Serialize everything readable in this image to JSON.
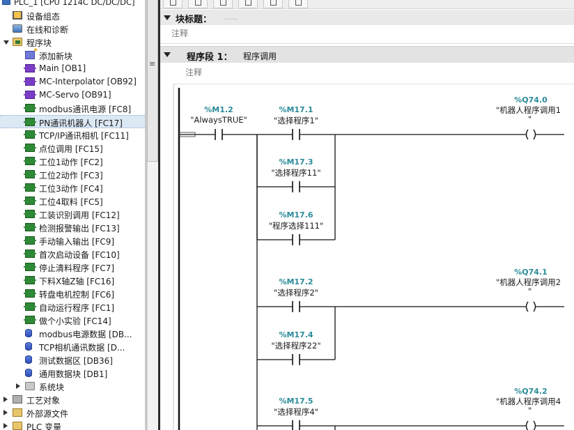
{
  "tree": {
    "title": "PLC_1 [CPU 1214C DC/DC/DC]",
    "items": [
      {
        "label": "设备组态",
        "icon": "device-config-icon",
        "cls": "ic-device",
        "level": 1,
        "exp": "",
        "name": "tree-item-device-config"
      },
      {
        "label": "在线和诊断",
        "icon": "online-diagnostics-icon",
        "cls": "ic-online",
        "level": 1,
        "exp": "",
        "name": "tree-item-online-diagnostics"
      },
      {
        "label": "程序块",
        "icon": "program-blocks-folder-icon",
        "cls": "ic-folder pb",
        "level": 1,
        "exp": "open",
        "name": "tree-item-program-blocks"
      },
      {
        "label": "添加新块",
        "icon": "add-new-block-icon",
        "cls": "ic-addnew",
        "level": 2,
        "exp": "",
        "name": "tree-item-add-new-block"
      },
      {
        "label": "Main [OB1]",
        "icon": "ob-block-icon",
        "cls": "ic-ob",
        "level": 2,
        "exp": "",
        "name": "tree-item-main-ob1"
      },
      {
        "label": "MC-Interpolator [OB92]",
        "icon": "ob-block-icon",
        "cls": "ic-ob",
        "level": 2,
        "exp": "",
        "name": "tree-item-mc-interpolator"
      },
      {
        "label": "MC-Servo [OB91]",
        "icon": "ob-block-icon",
        "cls": "ic-ob",
        "level": 2,
        "exp": "",
        "name": "tree-item-mc-servo"
      },
      {
        "label": "modbus通讯电源 [FC8]",
        "icon": "fc-block-icon",
        "cls": "ic-fc",
        "level": 2,
        "exp": "",
        "name": "tree-item-fc8"
      },
      {
        "label": "PN通讯机器人 [FC17]",
        "icon": "fc-block-icon",
        "cls": "ic-fc",
        "level": 2,
        "exp": "",
        "name": "tree-item-fc17",
        "selected": true
      },
      {
        "label": "TCP/IP通讯相机 [FC11]",
        "icon": "fc-block-icon",
        "cls": "ic-fc",
        "level": 2,
        "exp": "",
        "name": "tree-item-fc11"
      },
      {
        "label": "点位调用 [FC15]",
        "icon": "fc-block-icon",
        "cls": "ic-fc",
        "level": 2,
        "exp": "",
        "name": "tree-item-fc15"
      },
      {
        "label": "工位1动作 [FC2]",
        "icon": "fc-block-icon",
        "cls": "ic-fc",
        "level": 2,
        "exp": "",
        "name": "tree-item-fc2"
      },
      {
        "label": "工位2动作 [FC3]",
        "icon": "fc-block-icon",
        "cls": "ic-fc",
        "level": 2,
        "exp": "",
        "name": "tree-item-fc3"
      },
      {
        "label": "工位3动作 [FC4]",
        "icon": "fc-block-icon",
        "cls": "ic-fc",
        "level": 2,
        "exp": "",
        "name": "tree-item-fc4"
      },
      {
        "label": "工位4取料 [FC5]",
        "icon": "fc-block-icon",
        "cls": "ic-fc",
        "level": 2,
        "exp": "",
        "name": "tree-item-fc5"
      },
      {
        "label": "工装识别调用 [FC12]",
        "icon": "fc-block-icon",
        "cls": "ic-fc",
        "level": 2,
        "exp": "",
        "name": "tree-item-fc12"
      },
      {
        "label": "检测报警输出 [FC13]",
        "icon": "fc-block-icon",
        "cls": "ic-fc",
        "level": 2,
        "exp": "",
        "name": "tree-item-fc13"
      },
      {
        "label": "手动输入输出 [FC9]",
        "icon": "fc-block-icon",
        "cls": "ic-fc",
        "level": 2,
        "exp": "",
        "name": "tree-item-fc9"
      },
      {
        "label": "首次启动设备 [FC10]",
        "icon": "fc-block-icon",
        "cls": "ic-fc",
        "level": 2,
        "exp": "",
        "name": "tree-item-fc10"
      },
      {
        "label": "停止清料程序 [FC7]",
        "icon": "fc-block-icon",
        "cls": "ic-fc",
        "level": 2,
        "exp": "",
        "name": "tree-item-fc7"
      },
      {
        "label": "下料X轴Z轴 [FC16]",
        "icon": "fc-block-icon",
        "cls": "ic-fc",
        "level": 2,
        "exp": "",
        "name": "tree-item-fc16"
      },
      {
        "label": "转盘电机控制 [FC6]",
        "icon": "fc-block-icon",
        "cls": "ic-fc",
        "level": 2,
        "exp": "",
        "name": "tree-item-fc6"
      },
      {
        "label": "自动运行程序 [FC1]",
        "icon": "fc-block-icon",
        "cls": "ic-fc",
        "level": 2,
        "exp": "",
        "name": "tree-item-fc1"
      },
      {
        "label": "做个小实验 [FC14]",
        "icon": "fc-block-icon",
        "cls": "ic-fc",
        "level": 2,
        "exp": "",
        "name": "tree-item-fc14"
      },
      {
        "label": "modbus电源数据 [DB...",
        "icon": "db-block-icon",
        "cls": "ic-db",
        "level": 2,
        "exp": "",
        "name": "tree-item-modbus-db"
      },
      {
        "label": "TCP相机通讯数据 [D...",
        "icon": "db-block-icon",
        "cls": "ic-db",
        "level": 2,
        "exp": "",
        "name": "tree-item-tcp-db"
      },
      {
        "label": "测试数据区 [DB36]",
        "icon": "db-block-icon",
        "cls": "ic-db",
        "level": 2,
        "exp": "",
        "name": "tree-item-db36"
      },
      {
        "label": "通用数据块 [DB1]",
        "icon": "db-block-icon",
        "cls": "ic-db",
        "level": 2,
        "exp": "",
        "name": "tree-item-db1"
      },
      {
        "label": "系统块",
        "icon": "system-blocks-folder-icon",
        "cls": "ic-folder gray",
        "level": 2,
        "exp": "closed",
        "name": "tree-item-system-blocks"
      },
      {
        "label": "工艺对象",
        "icon": "technology-objects-folder-icon",
        "cls": "ic-tech",
        "level": 1,
        "exp": "closed",
        "name": "tree-item-technology-objects"
      },
      {
        "label": "外部源文件",
        "icon": "external-sources-folder-icon",
        "cls": "ic-ext",
        "level": 1,
        "exp": "closed",
        "name": "tree-item-external-sources"
      },
      {
        "label": "PLC 变量",
        "icon": "plc-tags-folder-icon",
        "cls": "ic-folder",
        "level": 1,
        "exp": "closed",
        "name": "tree-item-plc-tags"
      }
    ]
  },
  "editor": {
    "block_title_label": "块标题：",
    "block_title_value": "......",
    "block_comment": "注释",
    "network_label": "程序段 1：",
    "network_title": "程序调用",
    "network_comment": "注释"
  },
  "ladder": {
    "contacts": [
      {
        "addr": "%M1.2",
        "tag": "\"AlwaysTRUE\"",
        "name": "contact-m1-2"
      },
      {
        "addr": "%M17.1",
        "tag": "\"选择程序1\"",
        "name": "contact-m17-1"
      },
      {
        "addr": "%M17.3",
        "tag": "\"选择程序11\"",
        "name": "contact-m17-3"
      },
      {
        "addr": "%M17.6",
        "tag": "\"程序选择111\"",
        "name": "contact-m17-6"
      },
      {
        "addr": "%M17.2",
        "tag": "\"选择程序2\"",
        "name": "contact-m17-2"
      },
      {
        "addr": "%M17.4",
        "tag": "\"选择程序22\"",
        "name": "contact-m17-4"
      },
      {
        "addr": "%M17.5",
        "tag": "\"选择程序4\"",
        "name": "contact-m17-5"
      }
    ],
    "coils": [
      {
        "addr": "%Q74.0",
        "tag": "\"机器人程序调用1",
        "tag2": "\"",
        "name": "coil-q74-0"
      },
      {
        "addr": "%Q74.1",
        "tag": "\"机器人程序调用2",
        "tag2": "\"",
        "name": "coil-q74-1"
      },
      {
        "addr": "%Q74.2",
        "tag": "\"机器人程序调用4",
        "tag2": "\"",
        "name": "coil-q74-2"
      }
    ]
  }
}
